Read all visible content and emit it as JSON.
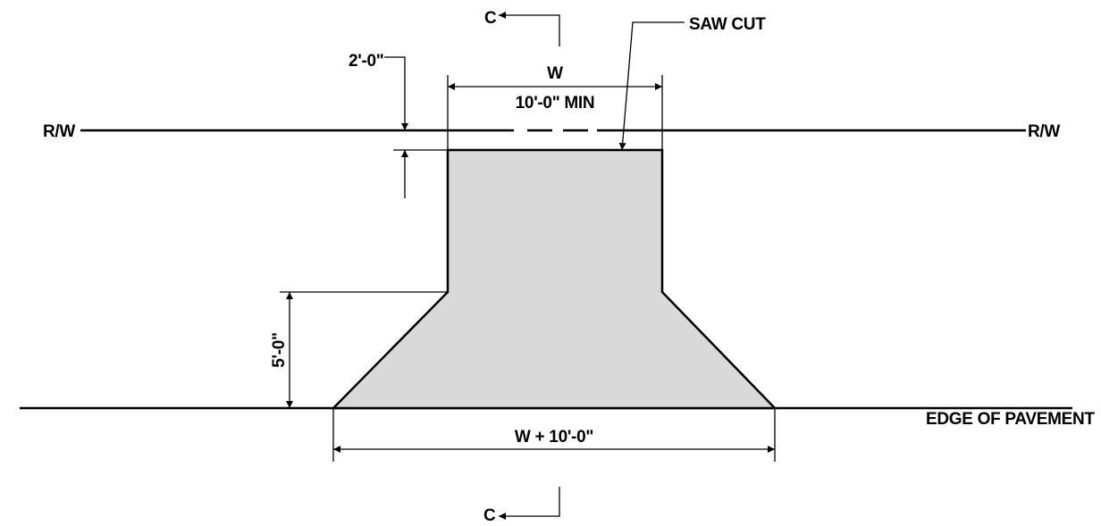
{
  "labels": {
    "section_marker_top": "C",
    "section_marker_bottom": "C",
    "saw_cut": "SAW CUT",
    "offset_dim": "2'-0\"",
    "width_symbol": "W",
    "width_min": "10'-0\" MIN",
    "right_of_way_left": "R/W",
    "right_of_way_right": "R/W",
    "flare_depth": "5'-0\"",
    "edge_of_pavement": "EDGE OF PAVEMENT",
    "base_width": "W + 10'-0\""
  },
  "colors": {
    "line": "#000000",
    "apron_fill": "#d9d9d9",
    "background": "#ffffff"
  }
}
